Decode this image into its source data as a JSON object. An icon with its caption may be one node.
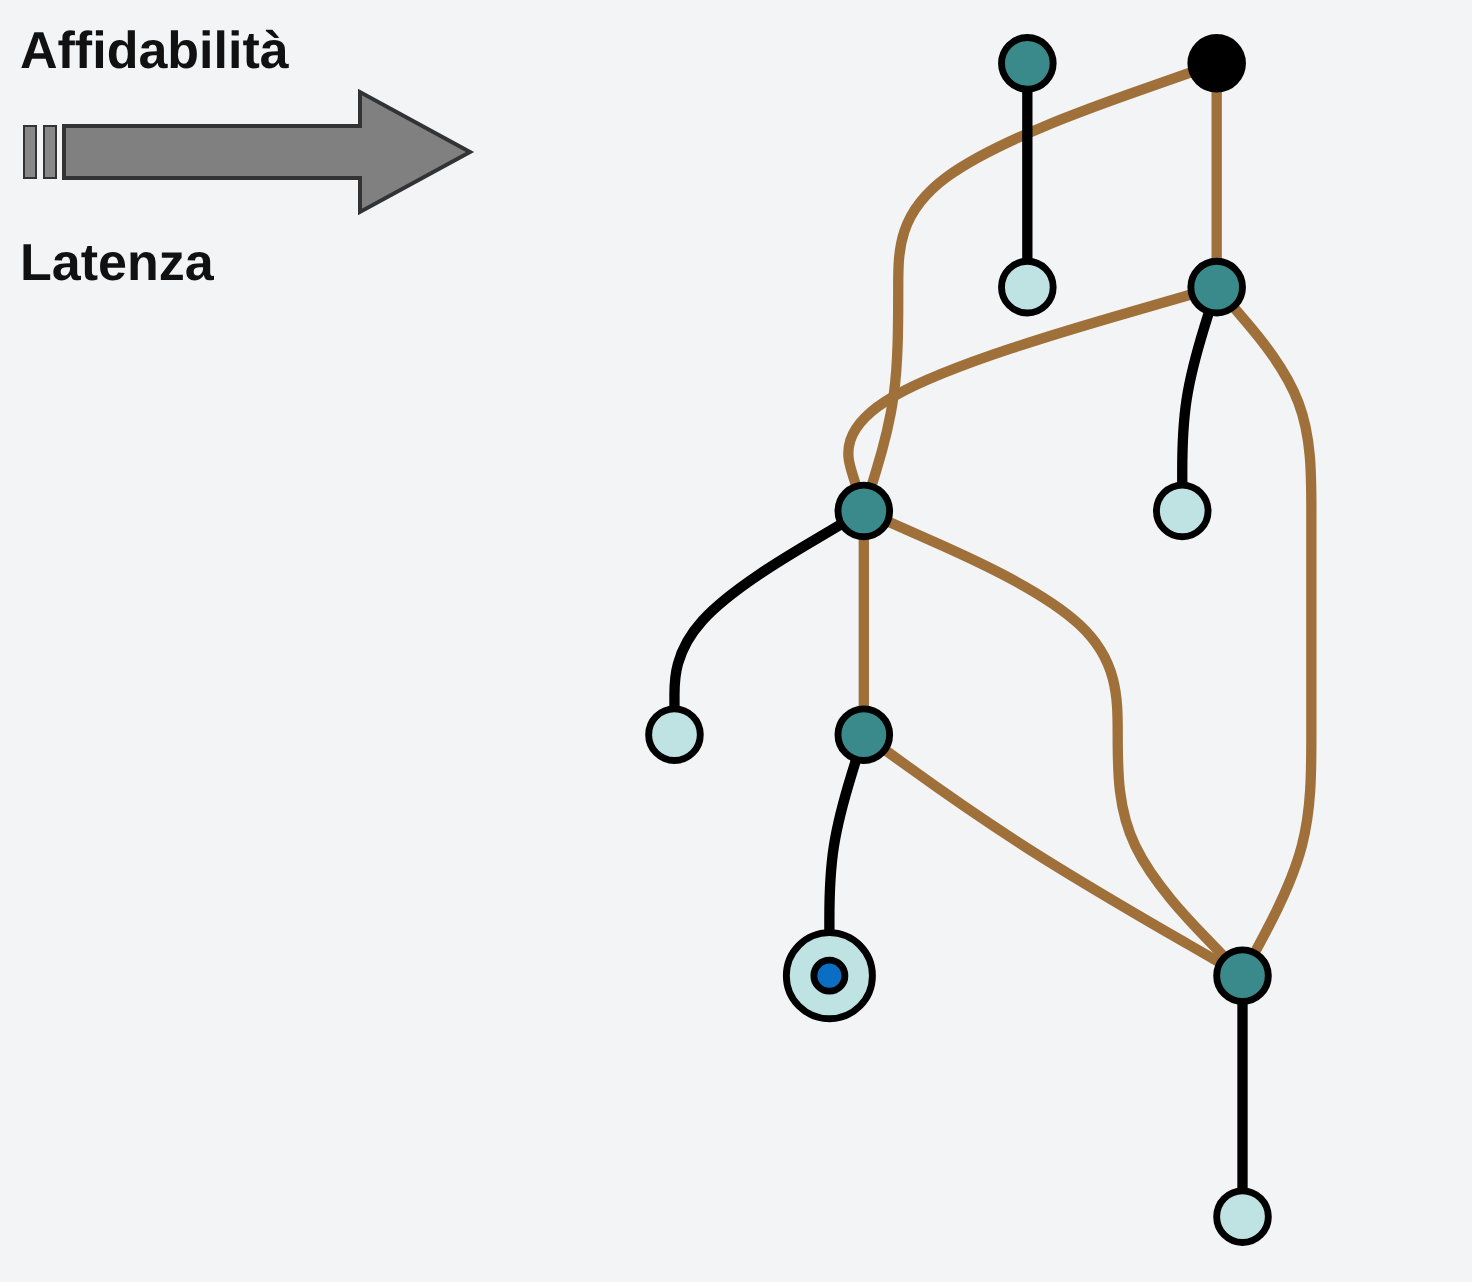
{
  "diagram": {
    "nodes": [
      {
        "text": [],
        "shape": "circle"
      },
      {
        "text": [],
        "shape": "circle"
      },
      {
        "text": [],
        "shape": "circle"
      },
      {
        "text": [],
        "shape": "circle"
      },
      {
        "text": [],
        "shape": "circle"
      },
      {
        "text": [],
        "shape": "circle"
      },
      {
        "text": [],
        "shape": "circle"
      },
      {
        "text": [],
        "shape": "circle"
      },
      {
        "text": [],
        "shape": "circle"
      },
      {
        "text": [],
        "shape": "circle"
      },
      {
        "text": [],
        "shape": "circle"
      }
    ],
    "edges": [
      {
        "from": 0,
        "to": 1,
        "arrow": "none"
      },
      {
        "from": 0,
        "to": 2,
        "arrow": "none"
      },
      {
        "from": 1,
        "to": 2,
        "arrow": "none"
      },
      {
        "from": 1,
        "to": 5,
        "arrow": "none",
        "color": "#000000"
      },
      {
        "from": 1,
        "to": 9,
        "arrow": "none"
      },
      {
        "from": 2,
        "to": 3,
        "arrow": "none",
        "color": "#000000"
      },
      {
        "from": 2,
        "to": 9,
        "arrow": "none"
      },
      {
        "from": 2,
        "to": 6,
        "arrow": "none"
      },
      {
        "from": 6,
        "to": 9,
        "arrow": "none"
      },
      {
        "from": 6,
        "to": 8,
        "arrow": "none",
        "color": "#000000"
      },
      {
        "from": 9,
        "to": 10,
        "arrow": "none",
        "color": "#000000"
      },
      {
        "from": 4,
        "to": 7,
        "arrow": "none",
        "color": "#000000"
      }
    ],
    "labels": [
      "Affidabilità",
      "Latenza"
    ]
  }
}
